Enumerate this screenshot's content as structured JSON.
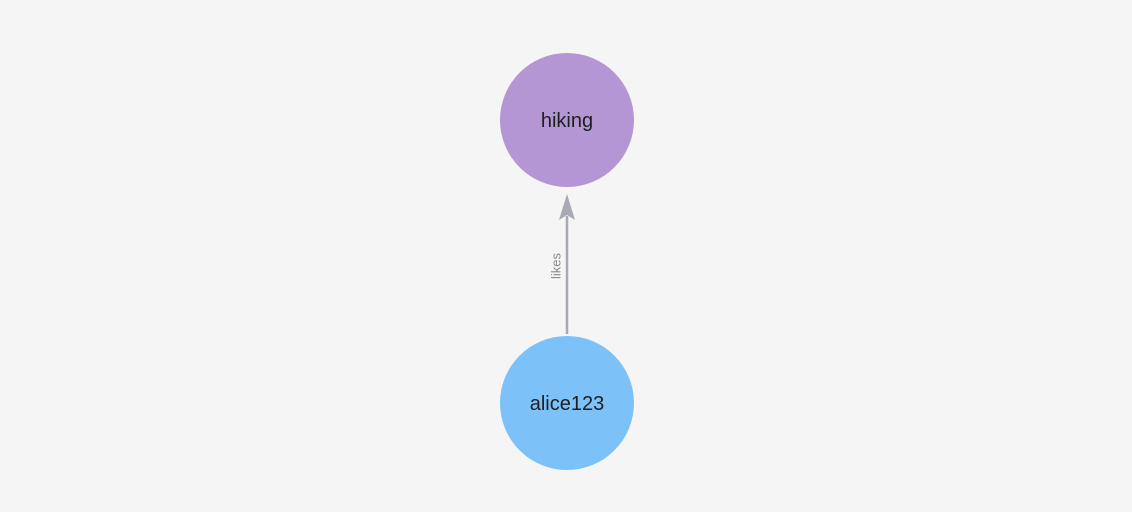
{
  "canvas": {
    "background": "#f4f5f4"
  },
  "graph": {
    "nodes": [
      {
        "id": "hiking",
        "label": "hiking",
        "color": "#b596d5",
        "text_color": "#1f1f1f"
      },
      {
        "id": "alice123",
        "label": "alice123",
        "color": "#7cc2f8",
        "text_color": "#1f1f1f"
      }
    ],
    "edges": [
      {
        "from": "alice123",
        "to": "hiking",
        "label": "likes",
        "color": "#a7aab3",
        "label_color": "#8a8a8a",
        "arrow": "up"
      }
    ]
  }
}
